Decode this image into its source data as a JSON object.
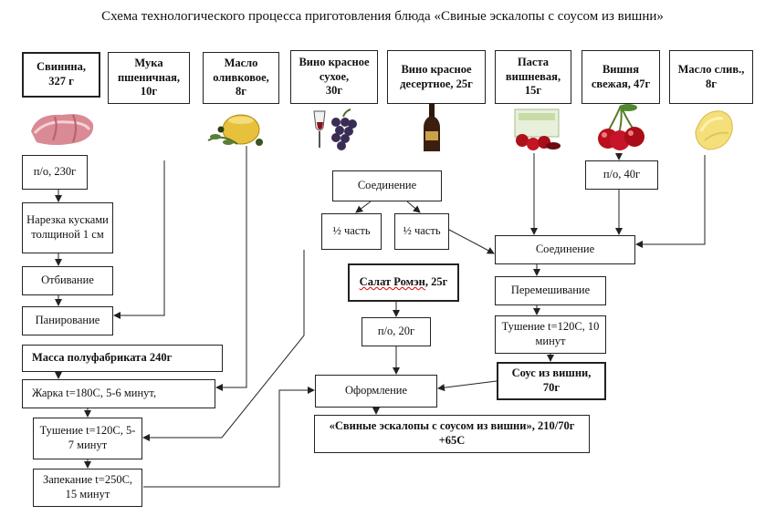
{
  "title": "Схема технологического процесса приготовления блюда «Свиные эскалопы с соусом из вишни»",
  "ingredients": [
    {
      "name": "Свинина,",
      "amount": "327 г"
    },
    {
      "name": "Мука пшеничная,",
      "amount": "10г"
    },
    {
      "name": "Масло оливковое,",
      "amount": "8г"
    },
    {
      "name": "Вино красное сухое,",
      "amount": "30г"
    },
    {
      "name": "Вино красное десертное, 25г",
      "amount": ""
    },
    {
      "name": "Паста вишневая,",
      "amount": "15г"
    },
    {
      "name": "Вишня свежая, 47г",
      "amount": ""
    },
    {
      "name": "Масло слив.,",
      "amount": "8г"
    }
  ],
  "steps": {
    "pork_net": "п/о, 230г",
    "cutting": "Нарезка кусками толщиной 1 см",
    "beating": "Отбивание",
    "breading": "Панирование",
    "semi_mass": "Масса полуфабриката 240г",
    "frying": "Жарка t=180С, 5-6 минут,",
    "stewing1": "Тушение t=120С, 5-7 минут",
    "baking": "Запекание t=250С, 15 минут",
    "combine1": "Соединение",
    "half1": "½ часть",
    "half2": "½ часть",
    "cherry_net": "п/о, 40г",
    "combine2": "Соединение",
    "mixing": "Перемешивание",
    "stewing2": "Тушение t=120С, 10 минут",
    "sauce": "Соус из вишни, 70г",
    "salad_name": "Салат Ромэн",
    "salad_amount": ", 25г",
    "salad_net": "п/о, 20г",
    "plating": "Оформление",
    "final": "«Свиные эскалопы с соусом из вишни», 210/70г +65С"
  },
  "illustrations": [
    "pork-meat",
    "olive-oil",
    "red-grapes",
    "wine-bottle",
    "cherry-paste-box",
    "cherries",
    "fresh-cherries",
    "butter"
  ]
}
